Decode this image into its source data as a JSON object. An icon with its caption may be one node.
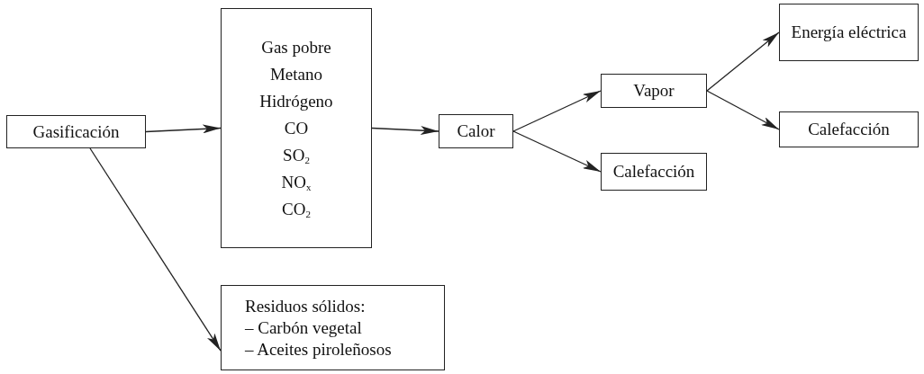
{
  "diagram": {
    "nodes": [
      {
        "text": [
          "Gasificación"
        ]
      },
      {
        "text": [
          "Gas pobre",
          "Metano",
          "Hidrógeno",
          "CO",
          "SO$_{2}$",
          "NO$_{x}$",
          "CO$_{2}$"
        ]
      },
      {
        "text": [
          "Calor"
        ]
      },
      {
        "text": [
          "Vapor"
        ]
      },
      {
        "text": [
          "Calefacción"
        ]
      },
      {
        "text": [
          "Energía eléctrica"
        ]
      },
      {
        "text": [
          "Calefacción"
        ]
      },
      {
        "text": [
          "Residuos sólidos:",
          "– Carbón vegetal",
          "– Aceites piroleñosos"
        ]
      }
    ],
    "edges": [
      {
        "from": 0,
        "to": 1,
        "arrow": "to"
      },
      {
        "from": 1,
        "to": 2,
        "arrow": "to"
      },
      {
        "from": 2,
        "to": 3,
        "arrow": "to"
      },
      {
        "from": 2,
        "to": 4,
        "arrow": "to"
      },
      {
        "from": 3,
        "to": 5,
        "arrow": "to"
      },
      {
        "from": 3,
        "to": 6,
        "arrow": "to"
      },
      {
        "from": 0,
        "to": 7,
        "arrow": "to"
      }
    ]
  }
}
